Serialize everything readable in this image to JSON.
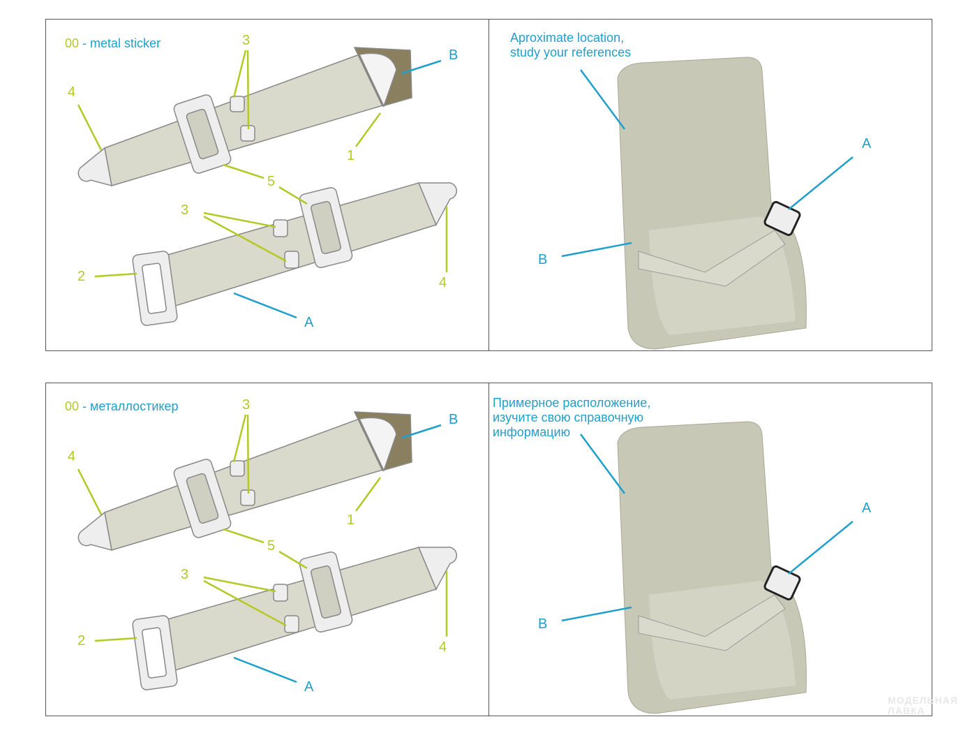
{
  "panels": [
    {
      "legend_code": "00",
      "legend_text": "- metal sticker",
      "note": [
        "Aproximate location,",
        "study your references"
      ]
    },
    {
      "legend_code": "00",
      "legend_text": "- металлостикер",
      "note": [
        "Примерное расположение,",
        "изучите свою справочную",
        "информацию"
      ]
    }
  ],
  "callouts": {
    "one": "1",
    "two": "2",
    "three": "3",
    "four": "4",
    "five": "5",
    "a": "A",
    "b": "B"
  },
  "watermark": [
    "МОДЕЛЬНАЯ",
    "ЛАВКА"
  ],
  "colors": {
    "lime": "#b3c925",
    "cyan": "#1f9fcc",
    "strap": "#d9dacb",
    "seat": "#c8c8b6"
  }
}
